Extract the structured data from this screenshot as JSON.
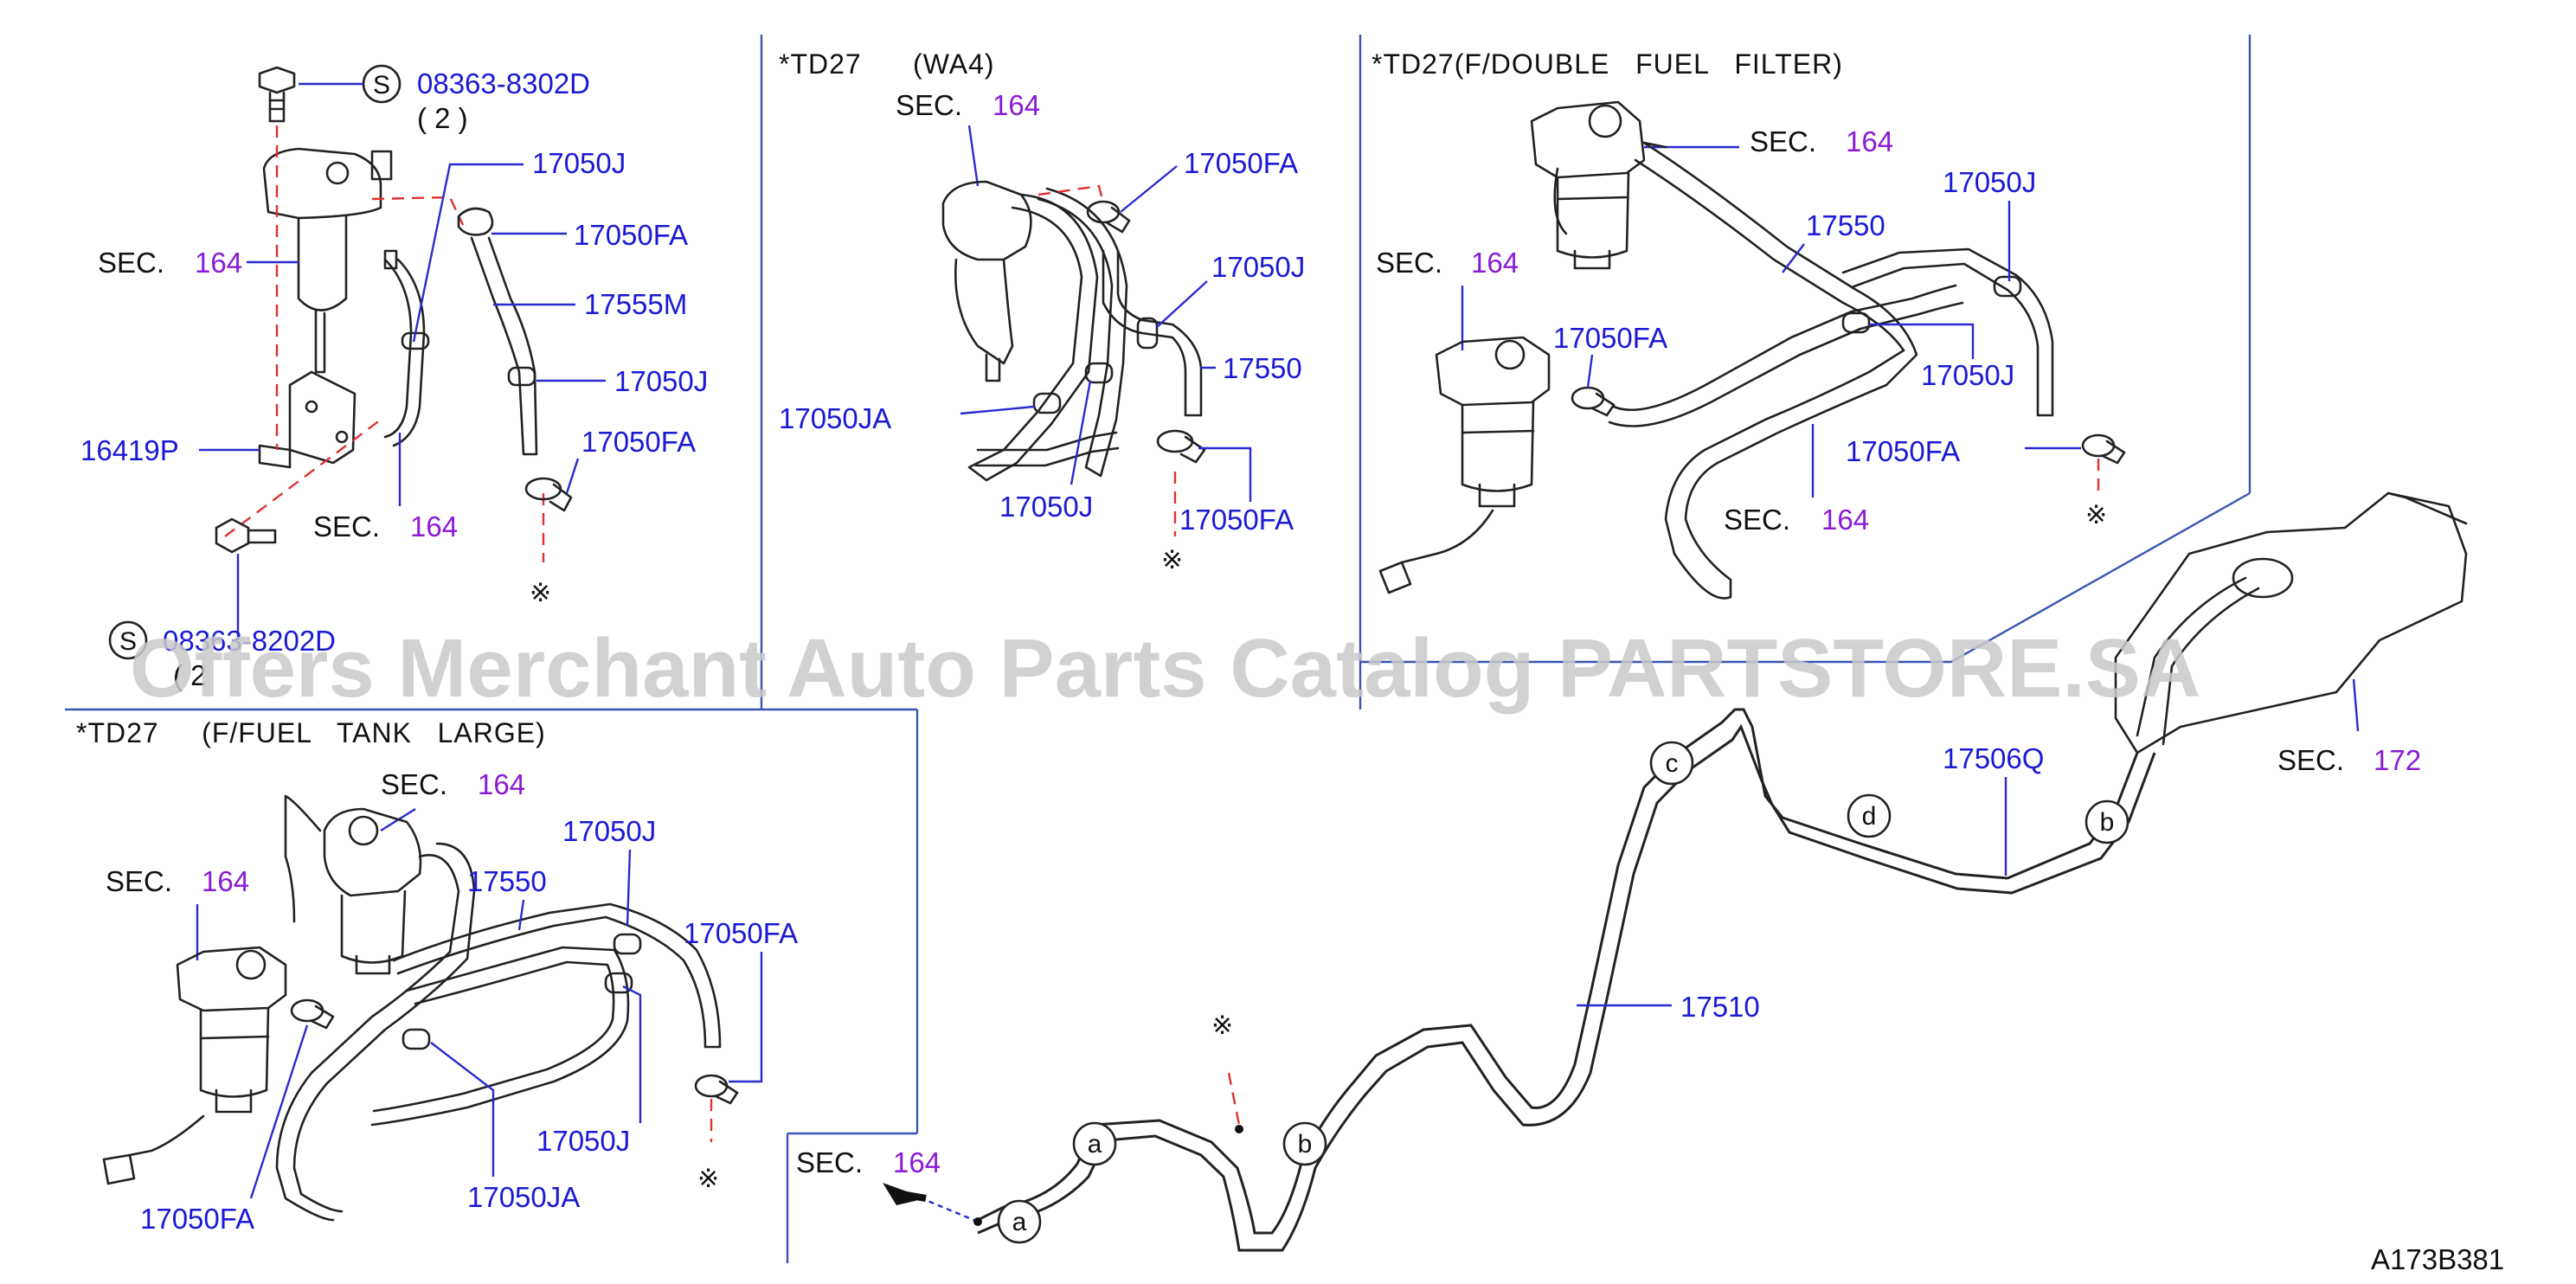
{
  "panels": {
    "top_left": {
      "bolt_top_code": "S",
      "bolt_top_number": "08363-8302D",
      "bolt_top_qty": "( 2 )",
      "sec_left_label": "SEC.",
      "sec_left_number": "164",
      "sec_bottom_label": "SEC.",
      "sec_bottom_number": "164",
      "part_17050J_a": "17050J",
      "part_17050FA_a": "17050FA",
      "part_17555M": "17555M",
      "part_17050J_b": "17050J",
      "part_17050FA_b": "17050FA",
      "part_16419P": "16419P",
      "ref_mark": "※",
      "bolt_bottom_code": "S",
      "bolt_bottom_number": "08363-8202D",
      "bolt_bottom_qty": "( 2"
    },
    "top_middle": {
      "header": "*TD27      (WA4)",
      "sec_label": "SEC.",
      "sec_number": "164",
      "part_17050FA_a": "17050FA",
      "part_17050J_a": "17050J",
      "part_17550": "17550",
      "part_17050JA": "17050JA",
      "part_17050J_b": "17050J",
      "part_17050FA_b": "17050FA",
      "ref_mark": "※"
    },
    "top_right": {
      "header": "*TD27(F/DOUBLE   FUEL   FILTER)",
      "sec_top_label": "SEC.",
      "sec_top_number": "164",
      "sec_left_label": "SEC.",
      "sec_left_number": "164",
      "sec_bottom_label": "SEC.",
      "sec_bottom_number": "164",
      "part_17050J_a": "17050J",
      "part_17550": "17550",
      "part_17050FA_a": "17050FA",
      "part_17050J_b": "17050J",
      "part_17050FA_b": "17050FA",
      "ref_mark": "※"
    },
    "bottom_left": {
      "header": "*TD27     (F/FUEL   TANK   LARGE)",
      "sec_top_label": "SEC.",
      "sec_top_number": "164",
      "sec_left_label": "SEC.",
      "sec_left_number": "164",
      "part_17050J_a": "17050J",
      "part_17550": "17550",
      "part_17050FA_a": "17050FA",
      "part_17050J_b": "17050J",
      "part_17050JA": "17050JA",
      "part_17050FA_b": "17050FA",
      "ref_mark": "※"
    },
    "bottom_right": {
      "sec_tank_label": "SEC.",
      "sec_tank_number": "172",
      "part_17506Q": "17506Q",
      "part_17510": "17510",
      "sec_arrow_label": "SEC.",
      "sec_arrow_number": "164",
      "ref_mark": "※",
      "conn_a": "a",
      "conn_b": "b",
      "conn_c": "c",
      "conn_d": "d"
    }
  },
  "watermark": "Offers Merchant Auto Parts Catalog PARTSTORE.SA",
  "diagram_code": "A173B381",
  "colors": {
    "part_number": "#1a1ad6",
    "section_number": "#8a1ad6",
    "leader_line": "#2a2ad0",
    "dashed_link": "#e03030",
    "frame": "#3a55b5"
  }
}
